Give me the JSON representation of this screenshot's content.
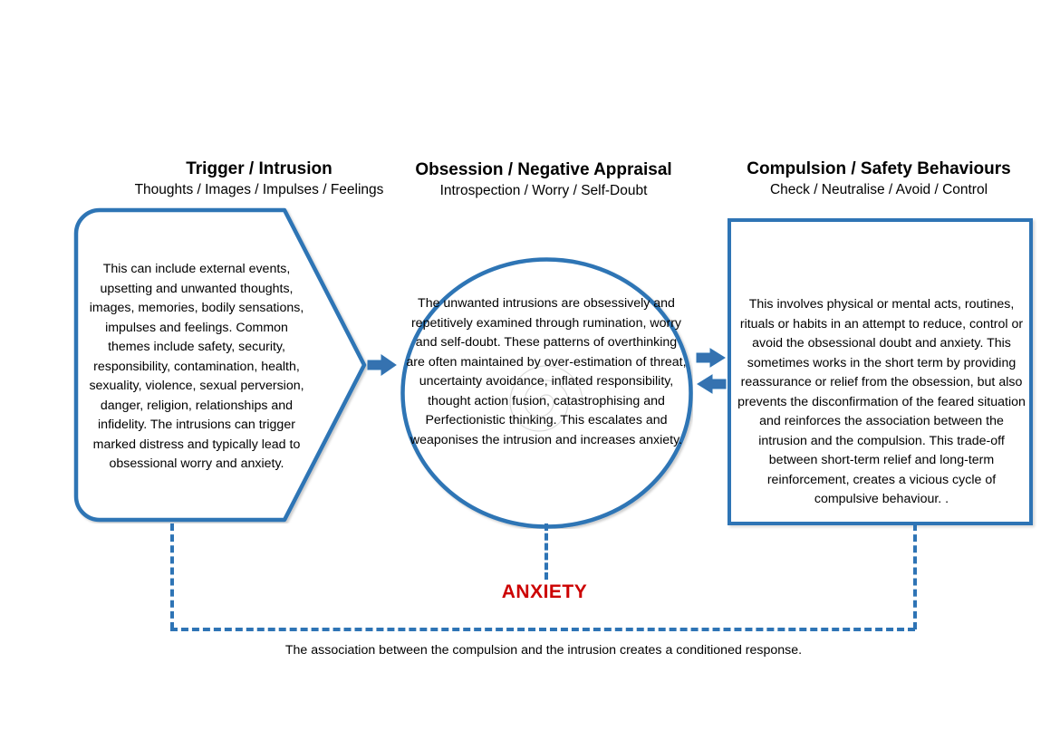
{
  "diagram": {
    "accent_color": "#2E74B5",
    "anxiety_color": "#CC0000",
    "anxiety_label": "ANXIETY",
    "bottom_caption": "The association between the compulsion and the intrusion creates a conditioned response."
  },
  "columns": [
    {
      "id": "trigger",
      "title": "Trigger / Intrusion",
      "subtitle": "Thoughts / Images / Impulses / Feelings",
      "shape": "pentagon",
      "body": "This can include external events, upsetting and unwanted thoughts, images, memories, bodily sensations, impulses and feelings. Common themes include safety, security, responsibility, contamination, health, sexuality, violence, sexual perversion, danger, religion, relationships and infidelity. The intrusions can trigger marked distress and typically lead to obsessional worry and anxiety."
    },
    {
      "id": "obsession",
      "title": "Obsession / Negative Appraisal",
      "subtitle": "Introspection / Worry / Self-Doubt",
      "shape": "circle",
      "body": "The unwanted intrusions are obsessively and repetitively examined through rumination, worry and self-doubt. These patterns of overthinking are often maintained by over-estimation of threat, uncertainty avoidance, inflated responsibility, thought action fusion, catastrophising and Perfectionistic thinking. This escalates and weaponises the intrusion and  increases anxiety."
    },
    {
      "id": "compulsion",
      "title": "Compulsion / Safety Behaviours",
      "subtitle": "Check / Neutralise / Avoid / Control",
      "shape": "rectangle",
      "body": "This involves physical or mental acts, routines, rituals or habits in an attempt to reduce, control or avoid  the obsessional doubt and anxiety. This sometimes works in the short term by providing reassurance or relief from the obsession, but also prevents the disconfirmation of the feared situation and reinforces the association between the intrusion and the compulsion. This trade-off between short-term relief and long-term reinforcement, creates a vicious cycle of compulsive behaviour. ."
    }
  ],
  "connectors": [
    {
      "id": "trigger-to-obsession",
      "icon": "arrow-right-icon"
    },
    {
      "id": "obsession-to-compulsion",
      "icon": "arrow-right-icon"
    },
    {
      "id": "compulsion-to-obsession",
      "icon": "arrow-left-icon"
    }
  ]
}
